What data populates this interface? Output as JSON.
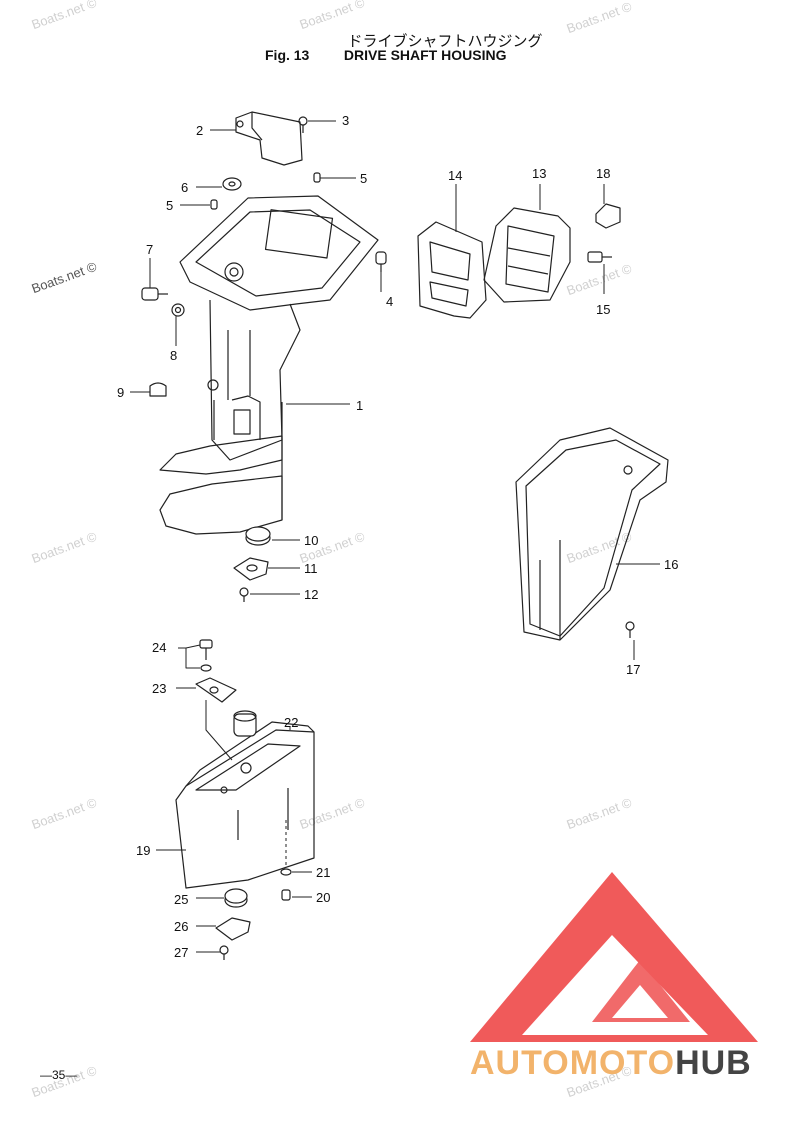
{
  "header": {
    "title_jp": "ドライブシャフトハウジング",
    "fig_label": "Fig. 13",
    "title_en": "DRIVE SHAFT HOUSING"
  },
  "watermark": "Boats.net ©",
  "part_labels": [
    "1",
    "2",
    "3",
    "4",
    "5",
    "5",
    "6",
    "7",
    "8",
    "9",
    "10",
    "11",
    "12",
    "13",
    "14",
    "15",
    "16",
    "17",
    "18",
    "19",
    "20",
    "21",
    "22",
    "23",
    "24",
    "25",
    "26",
    "27"
  ],
  "page_number": "—35—",
  "brand": {
    "part1": "AUTOMOTO",
    "part2": "HUB"
  },
  "colors": {
    "logo_red": "#f05a5a",
    "logo_orange": "#f2b36b",
    "logo_gray": "#444444",
    "line": "#222222"
  }
}
